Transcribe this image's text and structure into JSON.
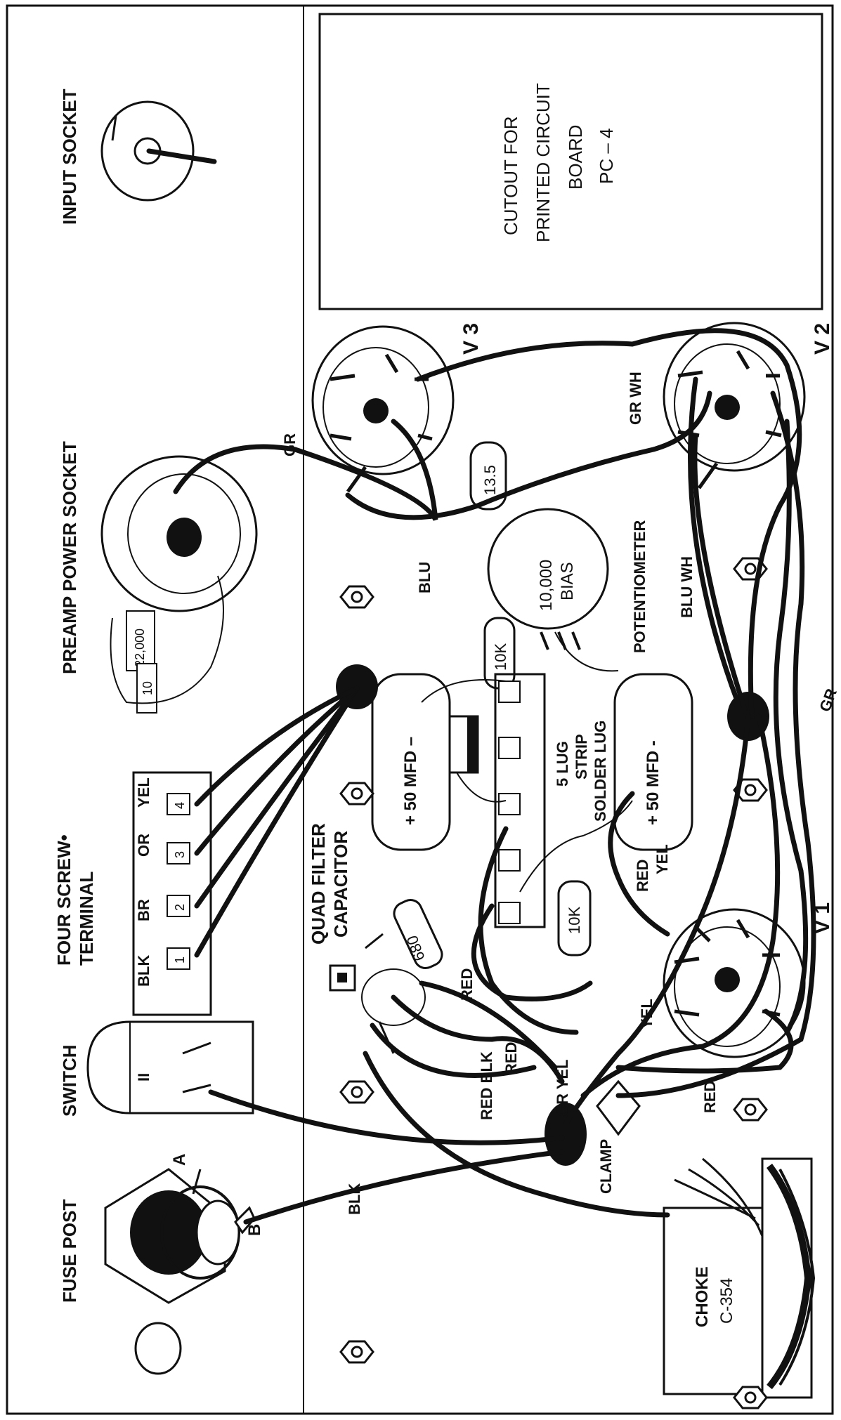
{
  "title_hint": "",
  "labels": {
    "fuse_post": "FUSE POST",
    "fuse_a": "A",
    "fuse_b": "B",
    "switch": "SWITCH",
    "switch_numeral": "II",
    "four_screw_terminal_1": "FOUR SCREW•",
    "four_screw_terminal_2": "TERMINAL",
    "terminal_colors": [
      "BLK",
      "BR",
      "OR",
      "YEL"
    ],
    "terminal_numbers": [
      "1",
      "2",
      "3",
      "4"
    ],
    "preamp_power_socket": "PREAMP POWER SOCKET",
    "input_socket": "INPUT SOCKET",
    "cutout_1": "CUTOUT   FOR",
    "cutout_2": "PRINTED CIRCUIT",
    "cutout_3": "BOARD",
    "cutout_4": "PC – 4",
    "quad_filter_1": "QUAD FILTER",
    "quad_filter_2": "CAPACITOR",
    "cap_50mfd_a": "+ 50 MFD –",
    "cap_50mfd_b": "+ 50 MFD -",
    "lug_strip_1": "5 LUG",
    "lug_strip_2": "STRIP",
    "solder_lug": "SOLDER LUG",
    "pot_1": "10,000",
    "pot_2": "BIAS",
    "potentiometer": "POTENTIOMETER",
    "res_10k_a": "10K",
    "res_10k_b": "10K",
    "res_680": "680",
    "res_135": "13.5",
    "res_22000": "22,000",
    "res_10": "10",
    "tube_v1": "V 1",
    "tube_v2": "V 2",
    "tube_v3": "V 3",
    "choke_1": "CHOKE",
    "choke_2": "C-354",
    "clamp": "CLAMP",
    "gr": "GR",
    "gr_wh": "GR  WH",
    "blu": "BLU",
    "blu_wh": "BLU  WH",
    "blk": "BLK",
    "red": "RED",
    "red_blk": "RED  BLK",
    "red_yel_a": "RED",
    "red_yel_b": "YEL",
    "gr_yel": "GR  YEL",
    "yel": "YEL"
  }
}
